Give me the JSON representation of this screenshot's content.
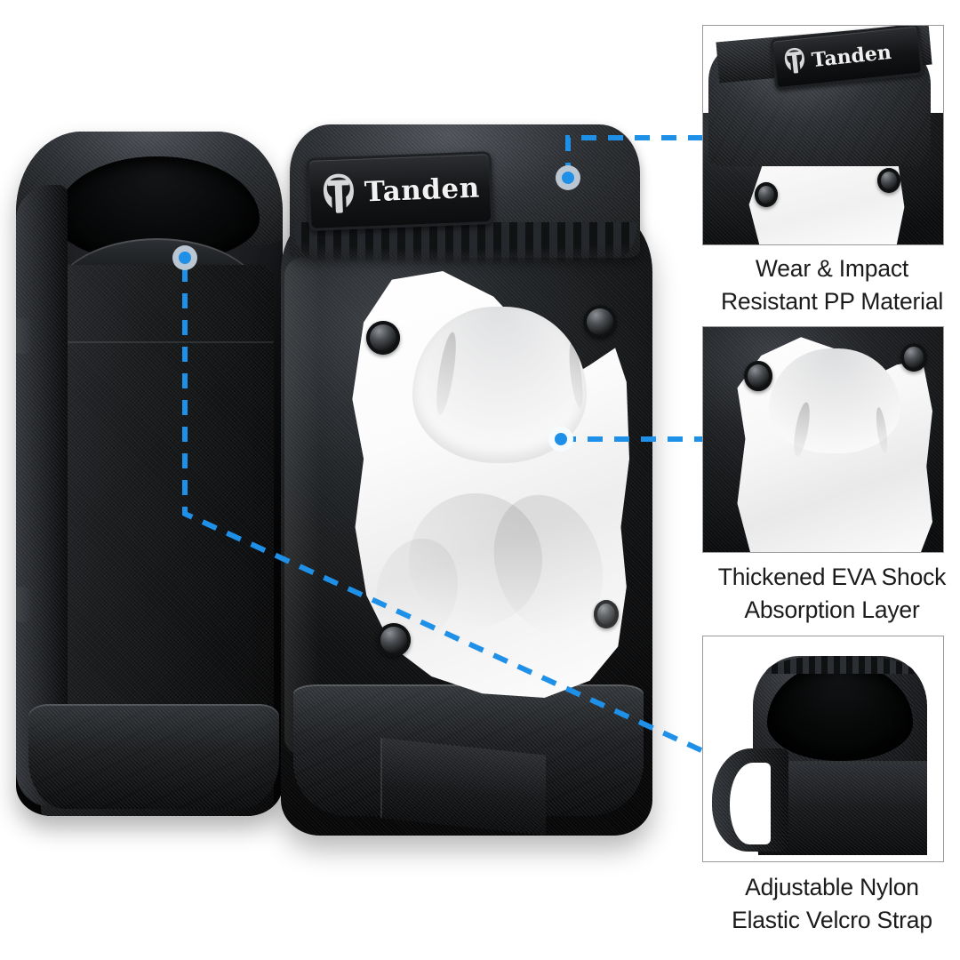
{
  "brand": {
    "name": "Tanden",
    "logo_icon": "spartan-helmet-icon"
  },
  "product": {
    "type": "knee-pad-pair",
    "alt": "Black knee pads with white protective shell"
  },
  "accent_color": "#1f90e8",
  "panel_border_color": "#9a9a9a",
  "text_color": "#1b1b1b",
  "callouts": [
    {
      "id": "callout-1",
      "caption_line1": "Wear & Impact",
      "caption_line2": "Resistant PP Material",
      "caption": "Wear & Impact\nResistant PP Material",
      "marker": "hotspot-cuff-top",
      "panel_image": "cuff-with-brand-badge-closeup"
    },
    {
      "id": "callout-2",
      "caption_line1": "Thickened EVA Shock",
      "caption_line2": "Absorption Layer",
      "caption": "Thickened EVA Shock\nAbsorption Layer",
      "marker": "hotspot-white-shell",
      "panel_image": "eva-shell-closeup"
    },
    {
      "id": "callout-3",
      "caption_line1": "Adjustable Nylon",
      "caption_line2": "Elastic Velcro Strap",
      "caption": "Adjustable Nylon\nElastic Velcro Strap",
      "marker": "hotspot-sleeve-opening",
      "panel_image": "velcro-strap-closeup"
    }
  ]
}
